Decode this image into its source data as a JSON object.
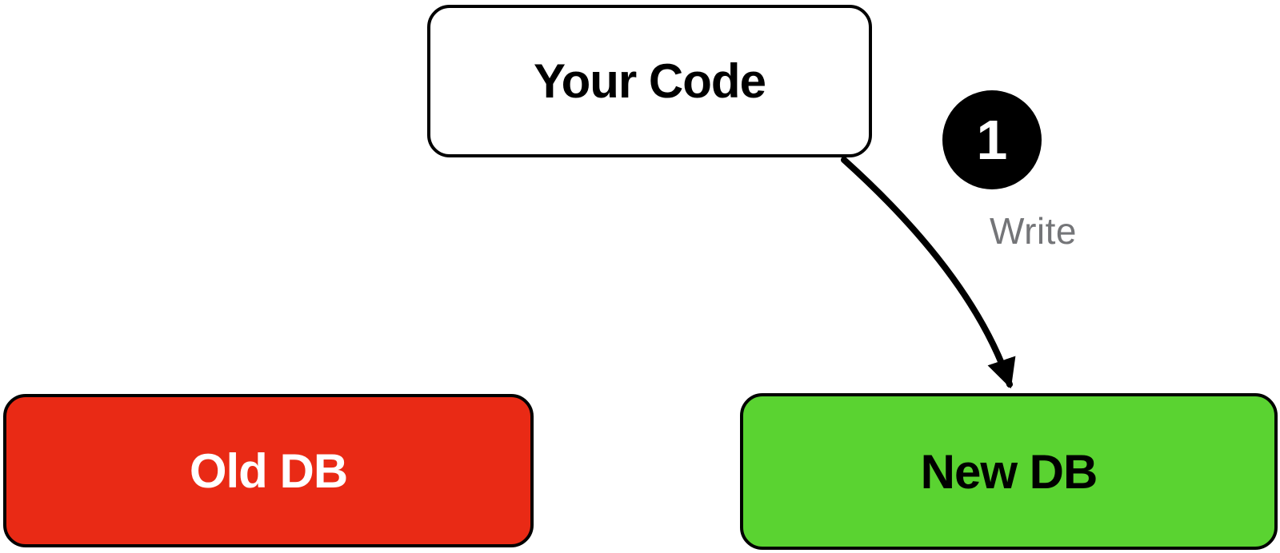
{
  "diagram": {
    "background_color": "#ffffff",
    "nodes": {
      "your_code": {
        "label": "Your Code",
        "fill": "#ffffff",
        "text_color": "#000000",
        "border_color": "#000000"
      },
      "old_db": {
        "label": "Old DB",
        "fill": "#e92a15",
        "text_color": "#ffffff",
        "border_color": "#000000"
      },
      "new_db": {
        "label": "New DB",
        "fill": "#5ad331",
        "text_color": "#000000",
        "border_color": "#000000"
      }
    },
    "edge": {
      "from": "your_code",
      "to": "new_db",
      "step_number": "1",
      "label": "Write",
      "arrow_color": "#000000",
      "badge_fill": "#000000",
      "badge_text_color": "#ffffff",
      "label_color": "#747578"
    }
  }
}
